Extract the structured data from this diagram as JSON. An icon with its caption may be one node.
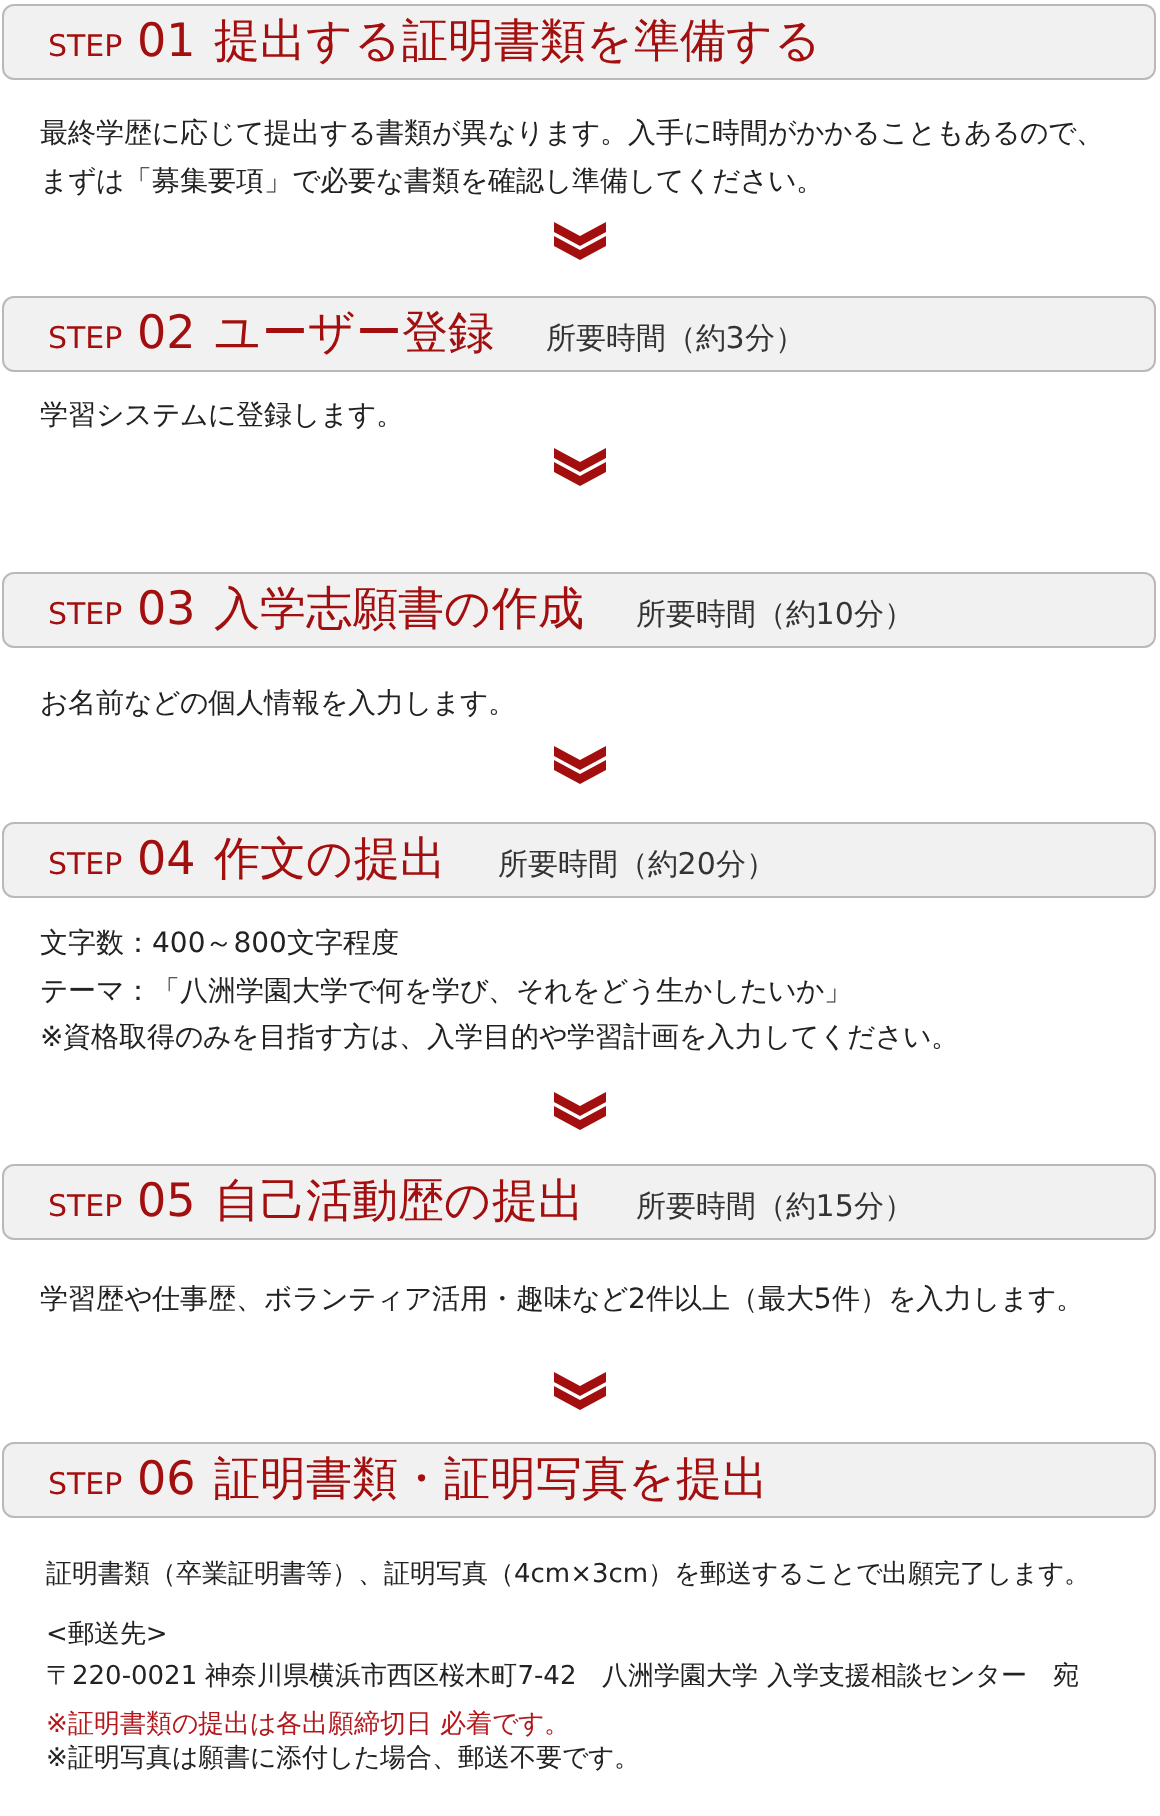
{
  "diagram": {
    "nodes": [
      {
        "text": [
          "STEP 01",
          "提出する証明書類を準備する"
        ],
        "beside": [
          "最終学歴に応じて提出する書類が異なります。入手に時間がかかることもあるので、まずは「募集要項」で必要な書類を確認し準備してください。"
        ]
      },
      {
        "text": [
          "STEP 02",
          "ユーザー登録",
          "所要時間（約3分）"
        ],
        "beside": [
          "学習システムに登録します。"
        ]
      },
      {
        "text": [
          "STEP 03",
          "入学志願書の作成",
          "所要時間（約10分）"
        ],
        "beside": [
          "お名前などの個人情報を入力します。"
        ]
      },
      {
        "text": [
          "STEP 04",
          "作文の提出",
          "所要時間（約20分）"
        ],
        "beside": [
          "文字数：400～800文字程度",
          "テーマ：「八洲学園大学で何を学び、それをどう生かしたいか」",
          "※資格取得のみを目指す方は、入学目的や学習計画を入力してください。"
        ]
      },
      {
        "text": [
          "STEP 05",
          "自己活動歴の提出",
          "所要時間（約15分）"
        ],
        "beside": [
          "学習歴や仕事歴、ボランティア活用・趣味など2件以上（最大5件）を入力します。"
        ]
      },
      {
        "text": [
          "STEP 06",
          "証明書類・証明写真を提出"
        ],
        "beside": [
          "証明書類（卒業証明書等）、証明写真（4cm×3cm）を郵送することで出願完了します。",
          "<郵送先>",
          "〒220-0021 神奈川県横浜市西区桜木町7-42　八洲学園大学 入学支援相談センター　宛",
          "※証明書類の提出は各出願締切日 必着です。",
          "※証明写真は願書に添付した場合、郵送不要です。"
        ]
      }
    ],
    "edges": [
      {
        "from": 0,
        "to": 1,
        "arrow": "to"
      },
      {
        "from": 1,
        "to": 2,
        "arrow": "to"
      },
      {
        "from": 2,
        "to": 3,
        "arrow": "to"
      },
      {
        "from": 3,
        "to": 4,
        "arrow": "to"
      },
      {
        "from": 4,
        "to": 5,
        "arrow": "to"
      }
    ]
  }
}
